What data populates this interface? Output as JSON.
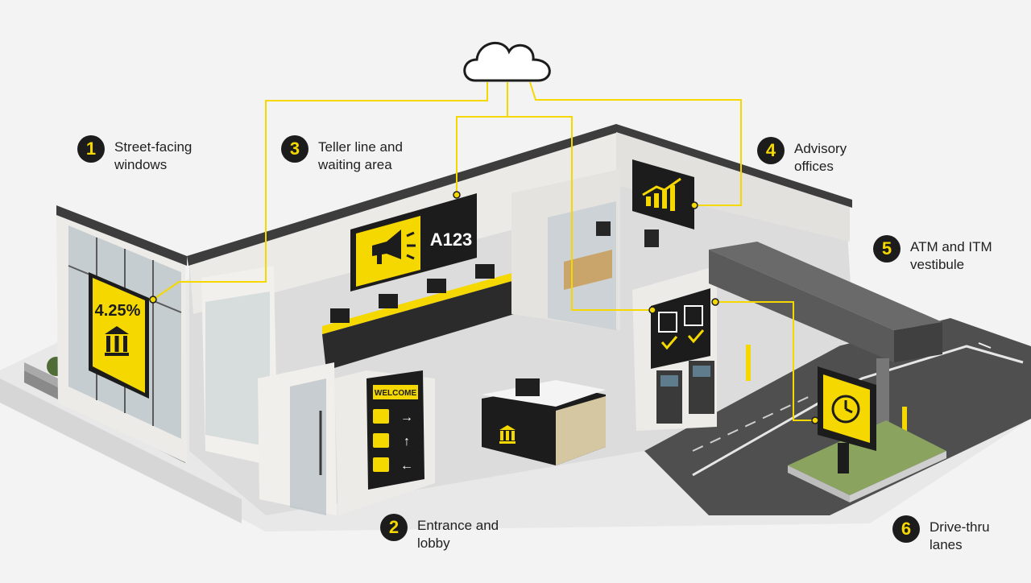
{
  "callouts": [
    {
      "number": "1",
      "label": "Street-facing\nwindows"
    },
    {
      "number": "2",
      "label": "Entrance and\nlobby"
    },
    {
      "number": "3",
      "label": "Teller line and\nwaiting area"
    },
    {
      "number": "4",
      "label": "Advisory\noffices"
    },
    {
      "number": "5",
      "label": "ATM and ITM\nvestibule"
    },
    {
      "number": "6",
      "label": "Drive-thru\nlanes"
    }
  ],
  "screens": {
    "rate": "4.25%",
    "queue_ticket": "A123",
    "wayfinding_title": "WELCOME"
  },
  "icons": [
    "cloud-icon",
    "bank-icon",
    "megaphone-icon",
    "growth-chart-icon",
    "atm-check-icon",
    "clock-icon",
    "person-icon",
    "card-icon",
    "coffee-icon",
    "arrow-right-icon",
    "arrow-up-icon",
    "arrow-left-icon"
  ],
  "colors": {
    "accent": "#f5d800",
    "dark": "#1c1c1c",
    "wall": "#ecebe7",
    "floor": "#dcdcdc",
    "asphalt": "#575757",
    "grass": "#93a86a"
  }
}
